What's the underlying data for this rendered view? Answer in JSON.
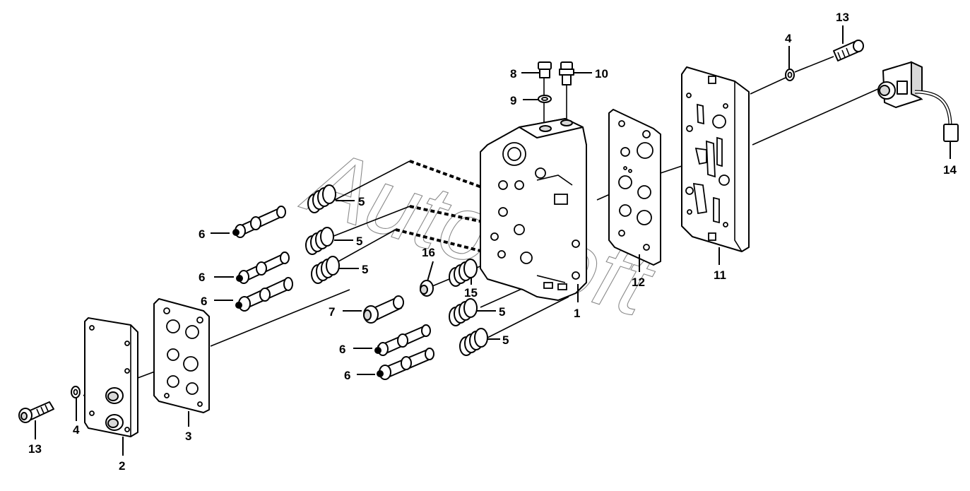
{
  "watermark": "AutoSoft",
  "callouts": {
    "c1": "1",
    "c2": "2",
    "c3": "3",
    "c4a": "4",
    "c4b": "4",
    "c5a": "5",
    "c5b": "5",
    "c5c": "5",
    "c5d": "5",
    "c5e": "5",
    "c6a": "6",
    "c6b": "6",
    "c6c": "6",
    "c6d": "6",
    "c6e": "6",
    "c7": "7",
    "c8": "8",
    "c9": "9",
    "c10": "10",
    "c11": "11",
    "c12": "12",
    "c13a": "13",
    "c13b": "13",
    "c14": "14",
    "c15": "15",
    "c16": "16"
  }
}
